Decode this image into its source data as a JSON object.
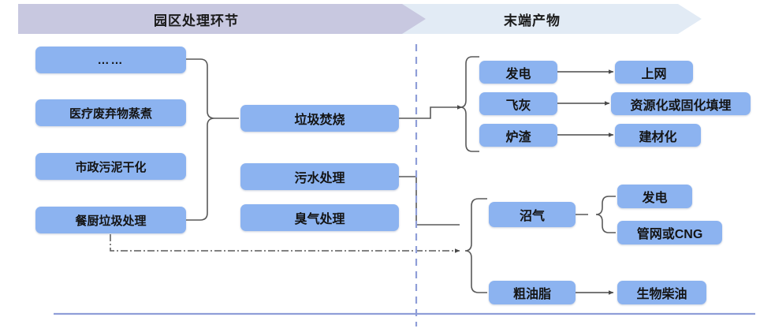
{
  "header": {
    "banners": [
      {
        "label": "园区处理环节",
        "color": "#c8c8e0"
      },
      {
        "label": "末端产物",
        "color": "#e2ebf5"
      }
    ]
  },
  "diagram": {
    "node_color": "#8cb3f0",
    "divider_color": "#8f9ed8",
    "connector_color": "#595959",
    "inputs": [
      {
        "id": "etc",
        "label": "……"
      },
      {
        "id": "medical-waste",
        "label": "医疗废弃物蒸煮"
      },
      {
        "id": "municipal-mud",
        "label": "市政污泥干化"
      },
      {
        "id": "kitchen-waste",
        "label": "餐厨垃圾处理"
      }
    ],
    "processes": [
      {
        "id": "incineration",
        "label": "垃圾焚烧"
      },
      {
        "id": "sewage",
        "label": "污水处理"
      },
      {
        "id": "odor",
        "label": "臭气处理"
      }
    ],
    "outputs_top": [
      {
        "id": "power",
        "label": "发电",
        "target": {
          "id": "grid",
          "label": "上网"
        }
      },
      {
        "id": "fly-ash",
        "label": "飞灰",
        "target": {
          "id": "landfill",
          "label": "资源化或固化填埋"
        }
      },
      {
        "id": "slag",
        "label": "炉渣",
        "target": {
          "id": "building",
          "label": "建材化"
        }
      }
    ],
    "outputs_bottom": [
      {
        "id": "biogas",
        "label": "沼气",
        "targets": [
          {
            "id": "biogas-power",
            "label": "发电"
          },
          {
            "id": "pipeline-cng",
            "label": "管网或CNG"
          }
        ]
      },
      {
        "id": "crude-oil",
        "label": "粗油脂",
        "targets": [
          {
            "id": "biodiesel",
            "label": "生物柴油"
          }
        ]
      }
    ]
  }
}
